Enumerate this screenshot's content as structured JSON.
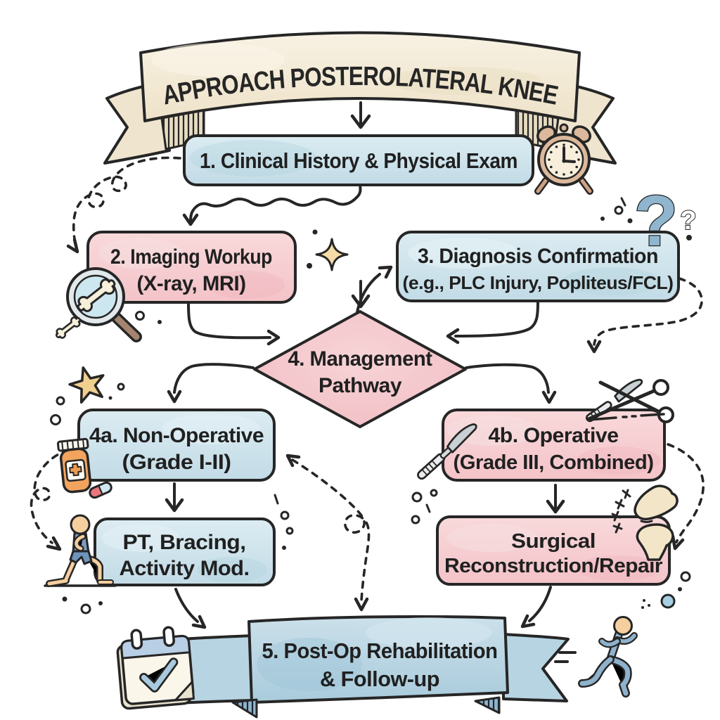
{
  "banner_top": {
    "text": "APPROACH POSTEROLATERAL KNEE"
  },
  "flow": {
    "step1": {
      "label": "1. Clinical History & Physical Exam"
    },
    "step2": {
      "line1": "2. Imaging Workup",
      "line2": "(X-ray, MRI)"
    },
    "step3": {
      "line1": "3. Diagnosis Confirmation",
      "line2": "(e.g., PLC Injury, Popliteus/FCL)"
    },
    "step4": {
      "line1": "4. Management",
      "line2": "Pathway"
    },
    "step4a": {
      "line1": "4a. Non-Operative",
      "line2": "(Grade I-II)"
    },
    "step4b": {
      "line1": "4b. Operative",
      "line2": "(Grade III, Combined)"
    },
    "pt": {
      "line1": "PT, Bracing,",
      "line2": "Activity Mod."
    },
    "surgical": {
      "line1": "Surgical",
      "line2": "Reconstruction/Repair"
    },
    "step5": {
      "line1": "5. Post-Op Rehabilitation",
      "line2": "& Follow-up"
    }
  },
  "icons": {
    "question_mark": "?",
    "question_mark_small": "?",
    "names": [
      "alarm-clock-icon",
      "magnifier-bone-icon",
      "sparkle-icon",
      "question-mark-icon",
      "small-question-icon",
      "star-icon",
      "pill-bottle-icon",
      "capsule-icon",
      "scalpel-icon",
      "scalpel-scissors-icon",
      "lunge-exercise-icon",
      "knee-joint-icon",
      "calendar-check-icon",
      "runner-icon"
    ]
  },
  "colors": {
    "box_blue": "#cfe2ea",
    "box_pink": "#f6cdd1",
    "banner_cream": "#f4ecda",
    "banner_blue": "#bcd8e5",
    "outline": "#262626",
    "text": "#202020",
    "question_blue": "#8fb5cf",
    "clock_tan": "#dcb89c",
    "bottle_orange": "#f2a45f",
    "person_blue": "#84a6c6",
    "skin": "#f6cf9f"
  }
}
